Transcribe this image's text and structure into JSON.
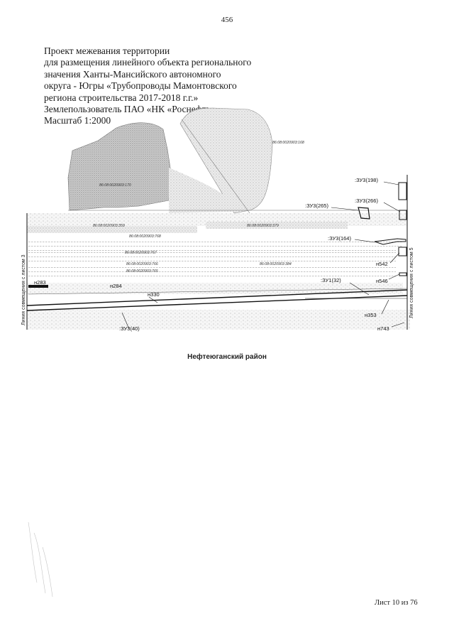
{
  "page_number": "456",
  "header": {
    "lines": [
      "Проект межевания территории",
      "для размещения линейного объекта регионального",
      "значения Ханты-Мансийского автономного",
      "округа - Югры «Трубопроводы Мамонтовского",
      "региона строительства 2017-2018 г.г.»",
      "Землепользователь ПАО «НК «Роснефть»",
      "Масштаб 1:2000"
    ]
  },
  "map": {
    "cadastral_labels": [
      "86:08:0020903:168",
      "86:08:0020903:170",
      "86:08:0020903:359",
      "86:08:0020903:768",
      "86:08:0020903:767",
      "86:08:0020903:766",
      "86:08:0020903:765",
      "86:08:0020903:379",
      "86:08:0020903:384"
    ],
    "parcel_labels": [
      ":ЗУ3(198)",
      ":ЗУ3(266)",
      ":ЗУ3(265)",
      ":ЗУ3(164)",
      ":ЗУ1(32)",
      ":ЗУ3(40)"
    ],
    "point_labels": [
      "н283",
      "н284",
      "н330",
      "н542",
      "н546",
      "н353",
      "н743"
    ],
    "match_line_left": "Линия совмещения с листом 3",
    "match_line_right": "Линия совмещения с листом 5"
  },
  "district": "Нефтеюганский район",
  "footer": {
    "sheet": "Лист 10 из 76"
  }
}
